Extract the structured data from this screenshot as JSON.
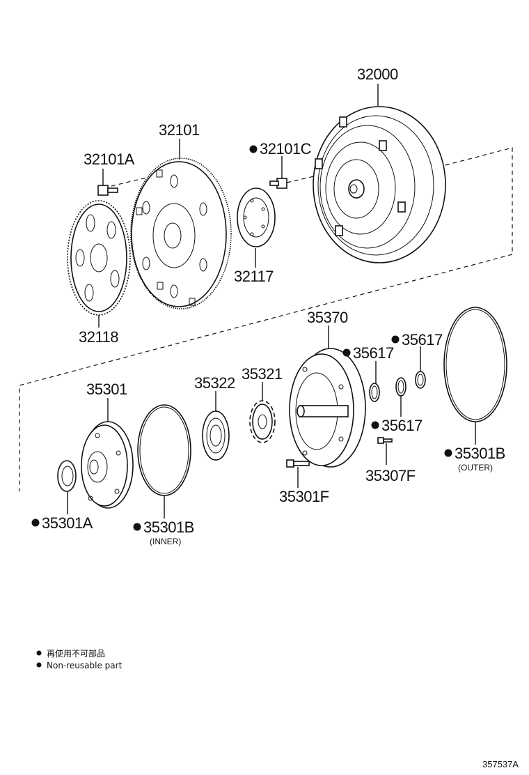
{
  "parts": {
    "p32000": "32000",
    "p32101": "32101",
    "p32101A": "32101A",
    "p32101C": "32101C",
    "p32117": "32117",
    "p32118": "32118",
    "p35370": "35370",
    "p35617_a": "35617",
    "p35617_b": "35617",
    "p35617_c": "35617",
    "p35301": "35301",
    "p35322": "35322",
    "p35321": "35321",
    "p35307F": "35307F",
    "p35301B_outer": "35301B",
    "p35301B_outer_sub": "(OUTER)",
    "p35301F": "35301F",
    "p35301A": "35301A",
    "p35301B_inner": "35301B",
    "p35301B_inner_sub": "(INNER)"
  },
  "legend": {
    "line_jp": "再使用不可部品",
    "line_en": "Non-reusable part"
  },
  "diagram_id": "357537A"
}
